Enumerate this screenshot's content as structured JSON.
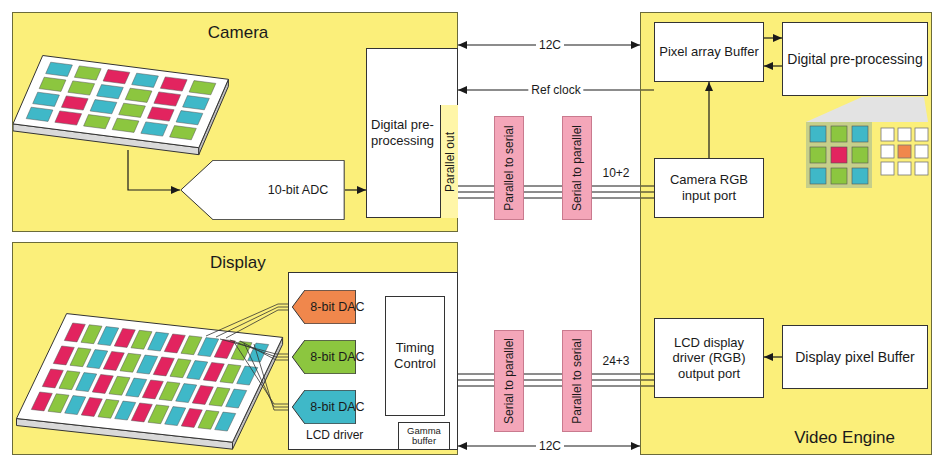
{
  "diagram": {
    "nodes": [
      {
        "text": [
          "Camera"
        ]
      },
      {
        "text": [
          "Digital pre-processing"
        ],
        "in": 0
      },
      {
        "text": [
          "Parallel out"
        ],
        "in": 1
      },
      {
        "text": [
          "10-bit ADC"
        ],
        "in": 0
      },
      {
        "text": [
          "Display"
        ]
      },
      {
        "text": [
          "LCD driver"
        ],
        "in": 4
      },
      {
        "text": [
          "8-bit DAC"
        ],
        "in": 5
      },
      {
        "text": [
          "8-bit DAC"
        ],
        "in": 5
      },
      {
        "text": [
          "8-bit DAC"
        ],
        "in": 5
      },
      {
        "text": [
          "Timing Control"
        ],
        "in": 5
      },
      {
        "text": [
          "Gamma buffer"
        ],
        "in": 5
      },
      {
        "text": [
          "Video Engine"
        ]
      },
      {
        "text": [
          "Pixel array Buffer"
        ],
        "in": 11
      },
      {
        "text": [
          "Digital pre-processing"
        ],
        "in": 11
      },
      {
        "text": [
          "Camera RGB input port"
        ],
        "in": 11
      },
      {
        "text": [
          "LCD display driver (RGB) output port"
        ],
        "in": 11
      },
      {
        "text": [
          "Display pixel Buffer"
        ],
        "in": 11
      },
      {
        "text": [
          "Parallel to serial"
        ]
      },
      {
        "text": [
          "Serial to parallel"
        ]
      },
      {
        "text": [
          "Serial to parallel"
        ]
      },
      {
        "text": [
          "Parallel to serial"
        ]
      }
    ],
    "edges": [
      {
        "from": 3,
        "to": 1,
        "arrow": "to"
      },
      {
        "from": 2,
        "to": 17,
        "arrow": "none"
      },
      {
        "from": 17,
        "to": 18,
        "arrow": "none"
      },
      {
        "from": 18,
        "to": 14,
        "label": "10+2",
        "arrow": "none"
      },
      {
        "from": 14,
        "to": 12,
        "arrow": "to"
      },
      {
        "from": 12,
        "to": 13,
        "arrow": "to"
      },
      {
        "from": 13,
        "to": 12,
        "arrow": "to"
      },
      {
        "from": 1,
        "to": 11,
        "label": "12C",
        "arrow": "both"
      },
      {
        "from": 12,
        "to": 1,
        "label": "Ref clock",
        "arrow": "to"
      },
      {
        "from": 16,
        "to": 15,
        "arrow": "to"
      },
      {
        "from": 15,
        "to": 20,
        "label": "24+3",
        "arrow": "none"
      },
      {
        "from": 20,
        "to": 19,
        "arrow": "none"
      },
      {
        "from": 19,
        "to": 9,
        "arrow": "none"
      },
      {
        "from": 9,
        "to": 6,
        "arrow": "to"
      },
      {
        "from": 9,
        "to": 7,
        "arrow": "to"
      },
      {
        "from": 9,
        "to": 8,
        "arrow": "to"
      },
      {
        "from": 5,
        "to": 11,
        "label": "12C",
        "arrow": "both"
      }
    ]
  }
}
